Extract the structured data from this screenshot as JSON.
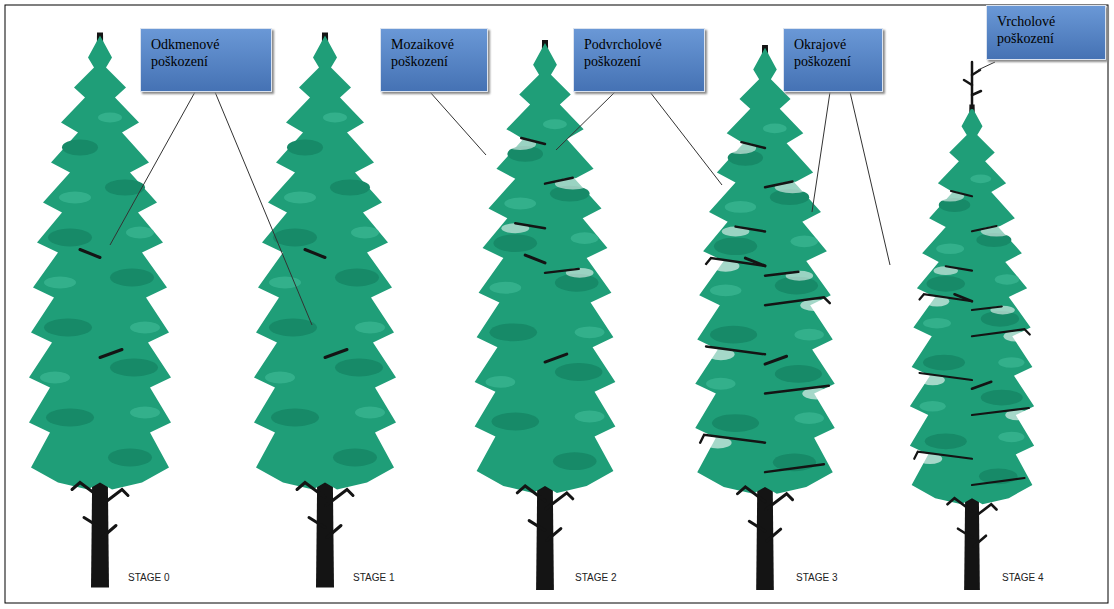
{
  "diagram": {
    "nodes": [
      {
        "text": [
          "Odkmenové poškození"
        ]
      },
      {
        "text": [
          "Mozaikové poškození"
        ]
      },
      {
        "text": [
          "Podvrcholové poškození"
        ]
      },
      {
        "text": [
          "Okrajové poškození"
        ]
      },
      {
        "text": [
          "Vrcholové poškození"
        ]
      }
    ],
    "labels": [
      "STAGE 0",
      "STAGE 1",
      "STAGE 2",
      "STAGE 3",
      "STAGE 4"
    ]
  }
}
